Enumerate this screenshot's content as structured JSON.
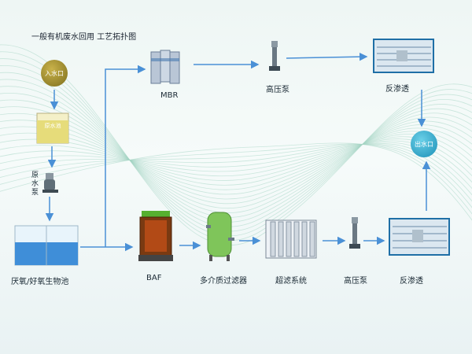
{
  "title": "一般有机废水回用 工艺拓扑图",
  "nodes": {
    "inlet": "入水口",
    "tank": "原水池",
    "raw_pump": "原水泵",
    "bio_tank": "厌氧/好氧生物池",
    "mbr": "MBR",
    "hp_pump_top": "高压泵",
    "ro_top": "反渗透",
    "outlet": "出水口",
    "baf": "BAF",
    "multimedia": "多介质过滤器",
    "uf": "超滤系统",
    "hp_pump_bottom": "高压泵",
    "ro_bottom": "反渗透"
  },
  "colors": {
    "arrow": "#4a90d6",
    "wave": "#a6d6c5",
    "ro_frame": "#1f6fa6"
  }
}
